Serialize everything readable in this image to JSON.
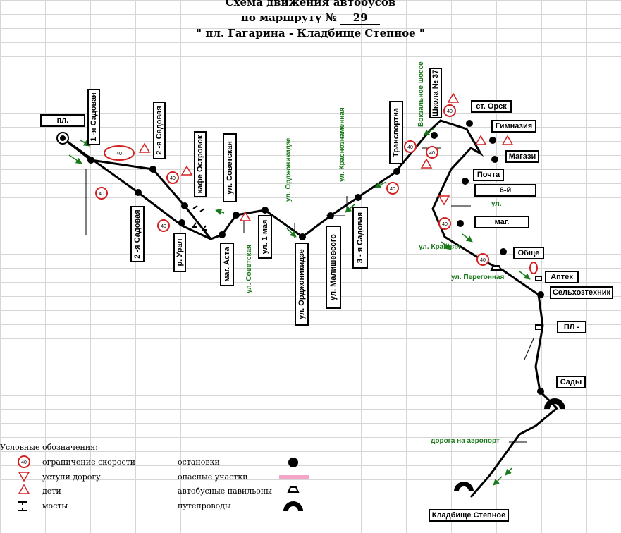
{
  "title": {
    "line1": "Схема движения автобусов",
    "line2_prefix": "по маршруту №",
    "route_number": "29",
    "line3": "\" пл. Гагарина - Кладбище Степное \""
  },
  "stops": {
    "pl": "пл.",
    "sadovaya1": "1 -я Садовая",
    "sadovaya2_top": "2 -я Садовая",
    "kafe": "кафе Островок",
    "sovetskaya_top": "ул. Советская",
    "transport": "Транспортна",
    "school37": "Школа № 37",
    "st_orsk": "ст. Орск",
    "gimnaziya": "Гимназия",
    "magazi": "Магази",
    "pochta": "Почта",
    "six": "6-й",
    "mag": "маг.",
    "obsche": "Обще",
    "aptek": "Аптек",
    "selhoz": "Сельхозтехник",
    "pl_dash": "ПЛ -",
    "sady": "Сады",
    "kladbische": "Кладбище Степное",
    "sadovaya2_bottom": "2 -я Садовая",
    "ural": "р. Урал",
    "mag_asta": "маг. Аста",
    "may1": "ул. 1 мая",
    "ordzh_bottom": "ул. Орджоникидзе",
    "malish": "ул. Малишевсого",
    "sadovaya3": "3 - я Садовая"
  },
  "streets": {
    "ordzh_top": "ул. Орджоникидзе",
    "krasnoznam": "ул. Краснознаменная",
    "vokzal": "Вокзальное шоссе",
    "sovetskaya_green": "ул. Советская",
    "ul": "ул.",
    "krainyaya": "ул. Крайняя",
    "peregonnaya": "ул. Перегонная",
    "airport": "дорога на аэропорт"
  },
  "signs": {
    "speed": "40"
  },
  "legend": {
    "title": "Условные обозначения:",
    "speed_limit": "ограничение скорости",
    "yield": "уступи дорогу",
    "children": "дети",
    "bridges": "мосты",
    "stops": "остановки",
    "dangerous": "опасные участки",
    "pavilions": "автобусные павильоны",
    "overpasses": "путепроводы"
  },
  "colors": {
    "green": "#1a7a1a",
    "red": "#d42020",
    "pink": "#f4a6c8"
  }
}
